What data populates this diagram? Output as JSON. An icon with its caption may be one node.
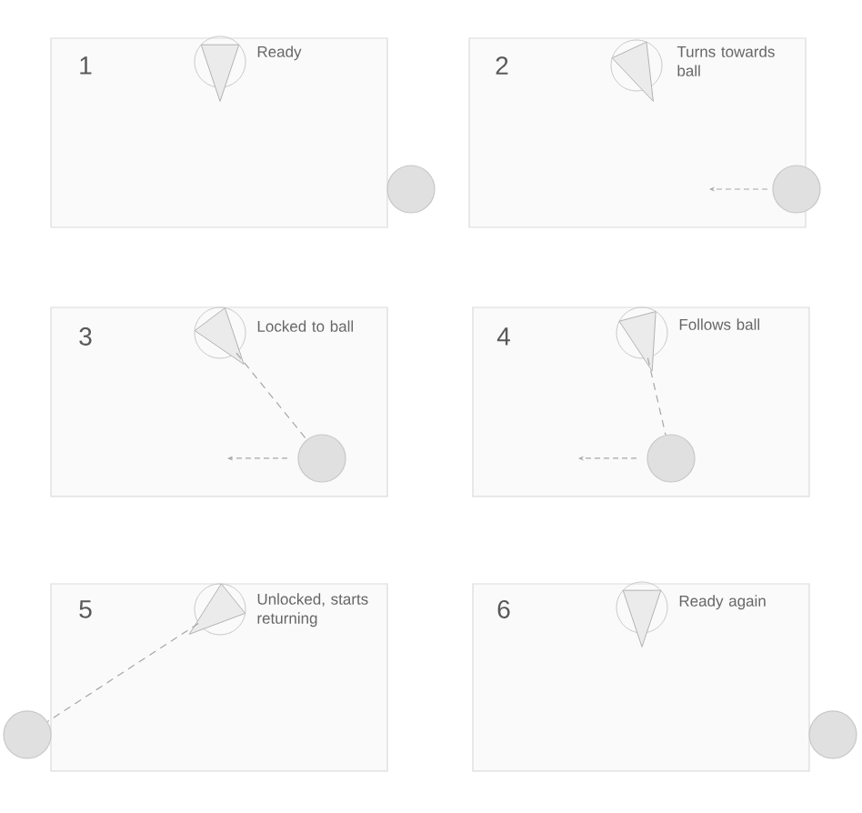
{
  "diagram": {
    "nodes": [
      {
        "text": [
          "1",
          "Ready"
        ]
      },
      {
        "text": [],
        "shape": "circle",
        "in": 0
      },
      {
        "text": [],
        "shape": "circle"
      },
      {
        "text": [
          "2",
          "Turns towards ball"
        ]
      },
      {
        "text": [],
        "shape": "circle",
        "in": 3
      },
      {
        "text": [],
        "shape": "circle"
      },
      {
        "text": [
          "3",
          "Locked to ball"
        ]
      },
      {
        "text": [],
        "shape": "circle",
        "in": 6
      },
      {
        "text": [],
        "shape": "circle",
        "in": 6
      },
      {
        "text": [
          "4",
          "Follows ball"
        ]
      },
      {
        "text": [],
        "shape": "circle",
        "in": 9
      },
      {
        "text": [],
        "shape": "circle",
        "in": 9
      },
      {
        "text": [
          "5",
          "Unlocked, starts returning"
        ]
      },
      {
        "text": [],
        "shape": "circle",
        "in": 12
      },
      {
        "text": [],
        "shape": "circle"
      },
      {
        "text": [
          "6",
          "Ready again"
        ]
      },
      {
        "text": [],
        "shape": "circle",
        "in": 15
      },
      {
        "text": [],
        "shape": "circle"
      }
    ],
    "edges": [
      {
        "from": 7,
        "to": 8,
        "arrow": "none",
        "style": "dashed"
      },
      {
        "from": 10,
        "to": 11,
        "arrow": "none",
        "style": "dashed"
      },
      {
        "from": 13,
        "to": 14,
        "arrow": "none",
        "style": "dashed"
      }
    ]
  }
}
